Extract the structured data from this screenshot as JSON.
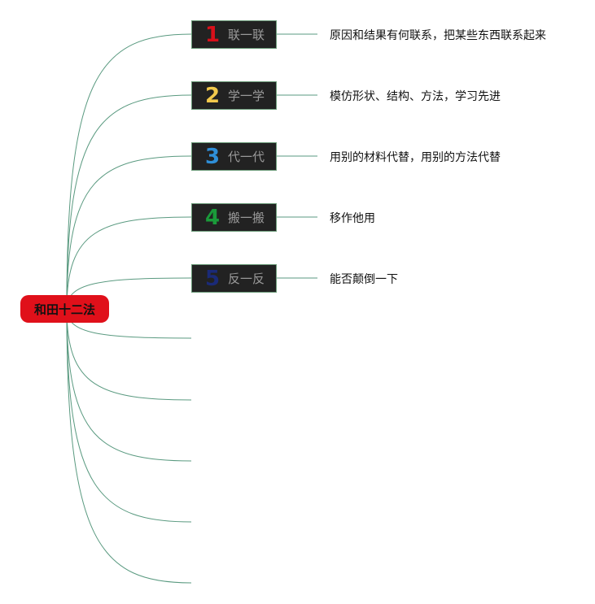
{
  "root": {
    "label": "和田十二法"
  },
  "colors": {
    "link": "#5a9a80",
    "root_bg": "#e0101a",
    "node_bg": "#222222"
  },
  "branches": [
    {
      "number": "1",
      "label": "联一联",
      "description": "原因和结果有何联系，把某些东西联系起来",
      "number_color": "#d8101a"
    },
    {
      "number": "2",
      "label": "学一学",
      "description": "模仿形状、结构、方法，学习先进",
      "number_color": "#f2c94c"
    },
    {
      "number": "3",
      "label": "代一代",
      "description": "用别的材料代替，用别的方法代替",
      "number_color": "#2f8fd8"
    },
    {
      "number": "4",
      "label": "搬一搬",
      "description": "移作他用",
      "number_color": "#1a9a3a"
    },
    {
      "number": "5",
      "label": "反一反",
      "description": "能否颠倒一下",
      "number_color": "#1a2a78"
    }
  ],
  "empty_branch_count": 5
}
